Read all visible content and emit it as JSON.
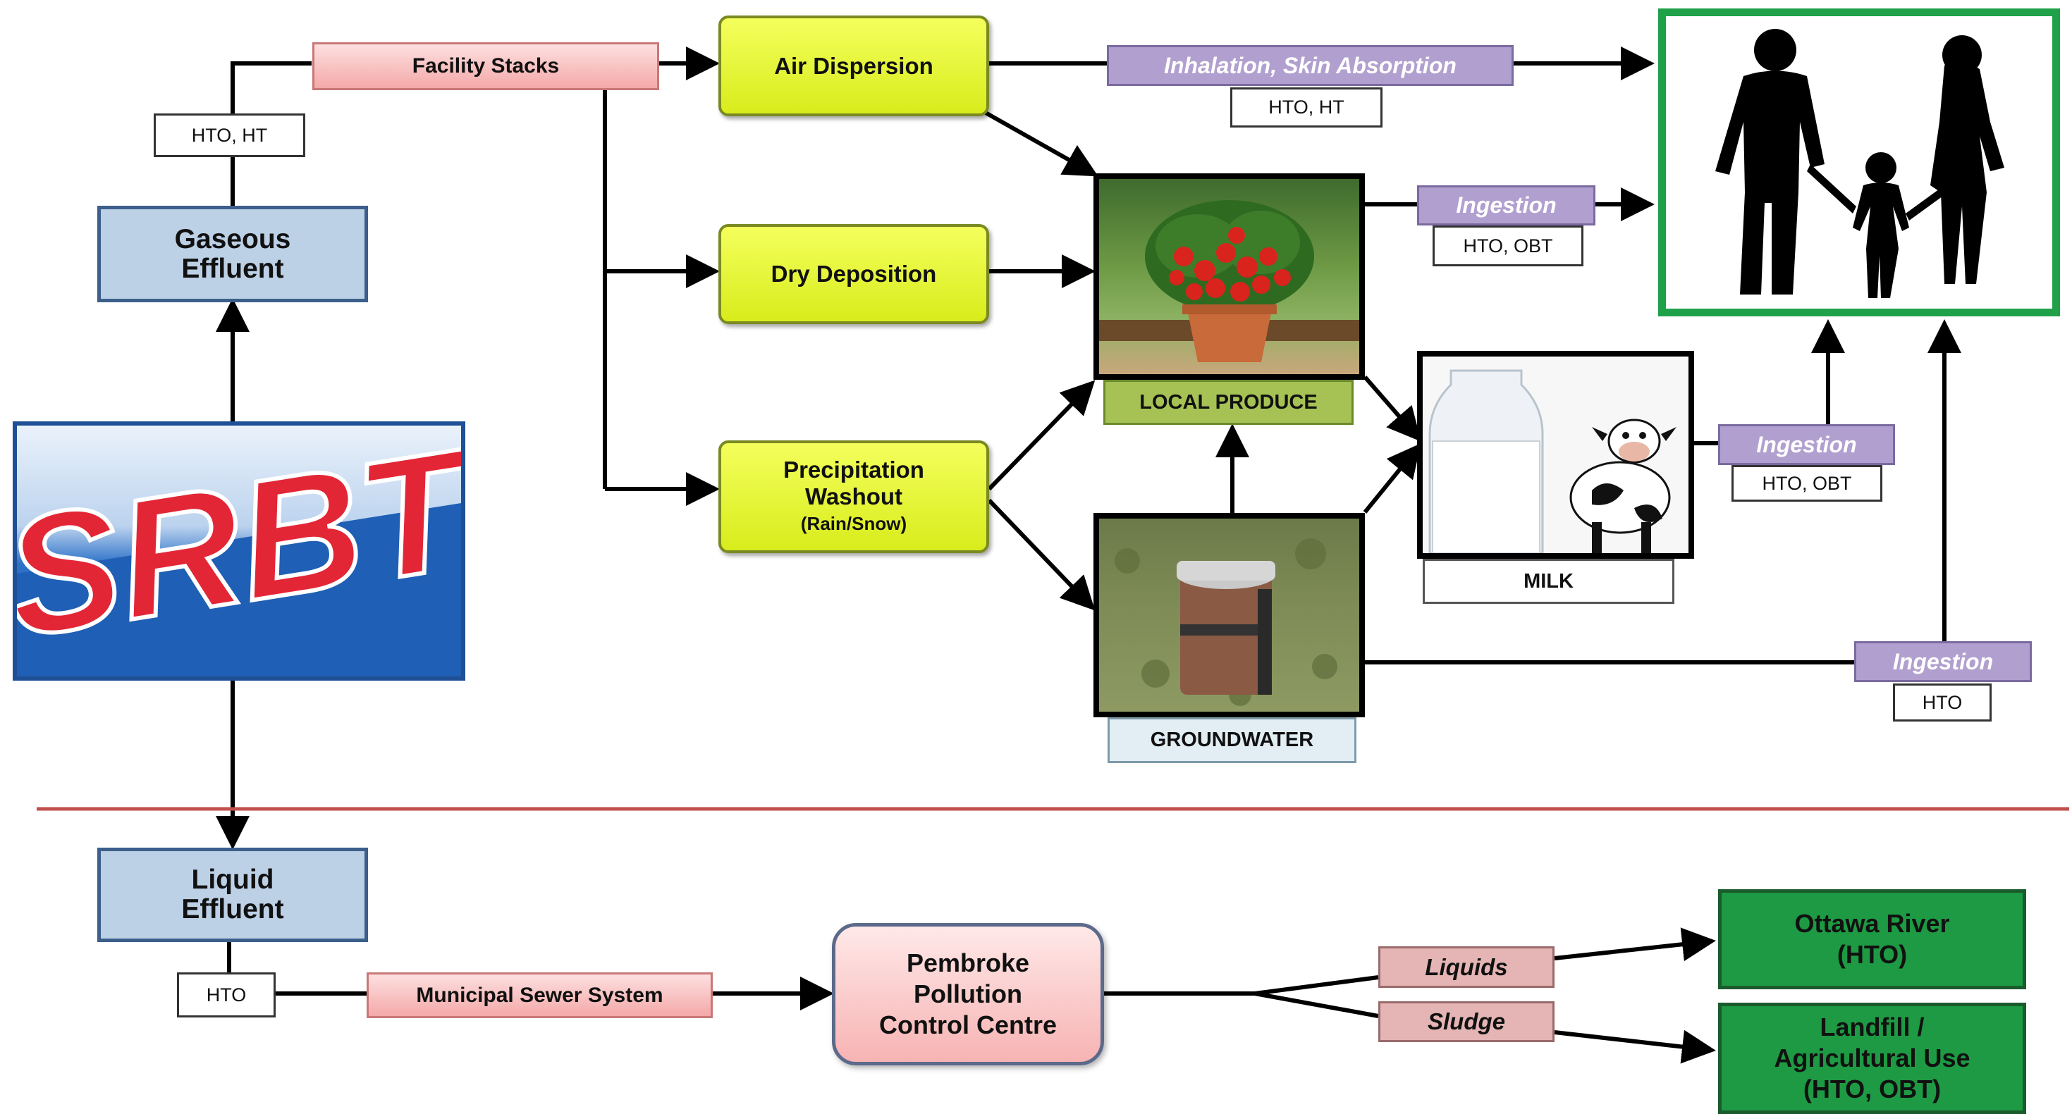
{
  "logo": {
    "text": "SRBT"
  },
  "gaseous_effluent": {
    "label": "Gaseous\nEffluent"
  },
  "liquid_effluent": {
    "label": "Liquid\nEffluent"
  },
  "gas_chem": "HTO, HT",
  "liquid_chem": "HTO",
  "facility_stacks": "Facility Stacks",
  "air_dispersion": "Air Dispersion",
  "dry_deposition": "Dry Deposition",
  "precipitation": {
    "title": "Precipitation\nWashout",
    "sub": "(Rain/Snow)"
  },
  "inhalation": {
    "label": "Inhalation, Skin Absorption",
    "chem": "HTO, HT"
  },
  "ingestion_produce": {
    "label": "Ingestion",
    "chem": "HTO, OBT"
  },
  "ingestion_milk": {
    "label": "Ingestion",
    "chem": "HTO, OBT"
  },
  "ingestion_groundwater": {
    "label": "Ingestion",
    "chem": "HTO"
  },
  "local_produce": "LOCAL PRODUCE",
  "milk": "MILK",
  "groundwater": "GROUNDWATER",
  "municipal_sewer": "Municipal Sewer System",
  "pembroke": "Pembroke\nPollution\nControl Centre",
  "liquids": "Liquids",
  "sludge": "Sludge",
  "ottawa_river": "Ottawa River\n(HTO)",
  "landfill": "Landfill /\nAgricultural Use\n(HTO, OBT)",
  "colors": {
    "effluent_fill": "#bcd0e6",
    "yellow_fill": "#e8f534",
    "purple_fill": "#b1a0cf",
    "green_fill": "#1d9a43",
    "divider": "#c0504d",
    "logo_red": "#e32636",
    "logo_blue": "#1f5fb5"
  }
}
